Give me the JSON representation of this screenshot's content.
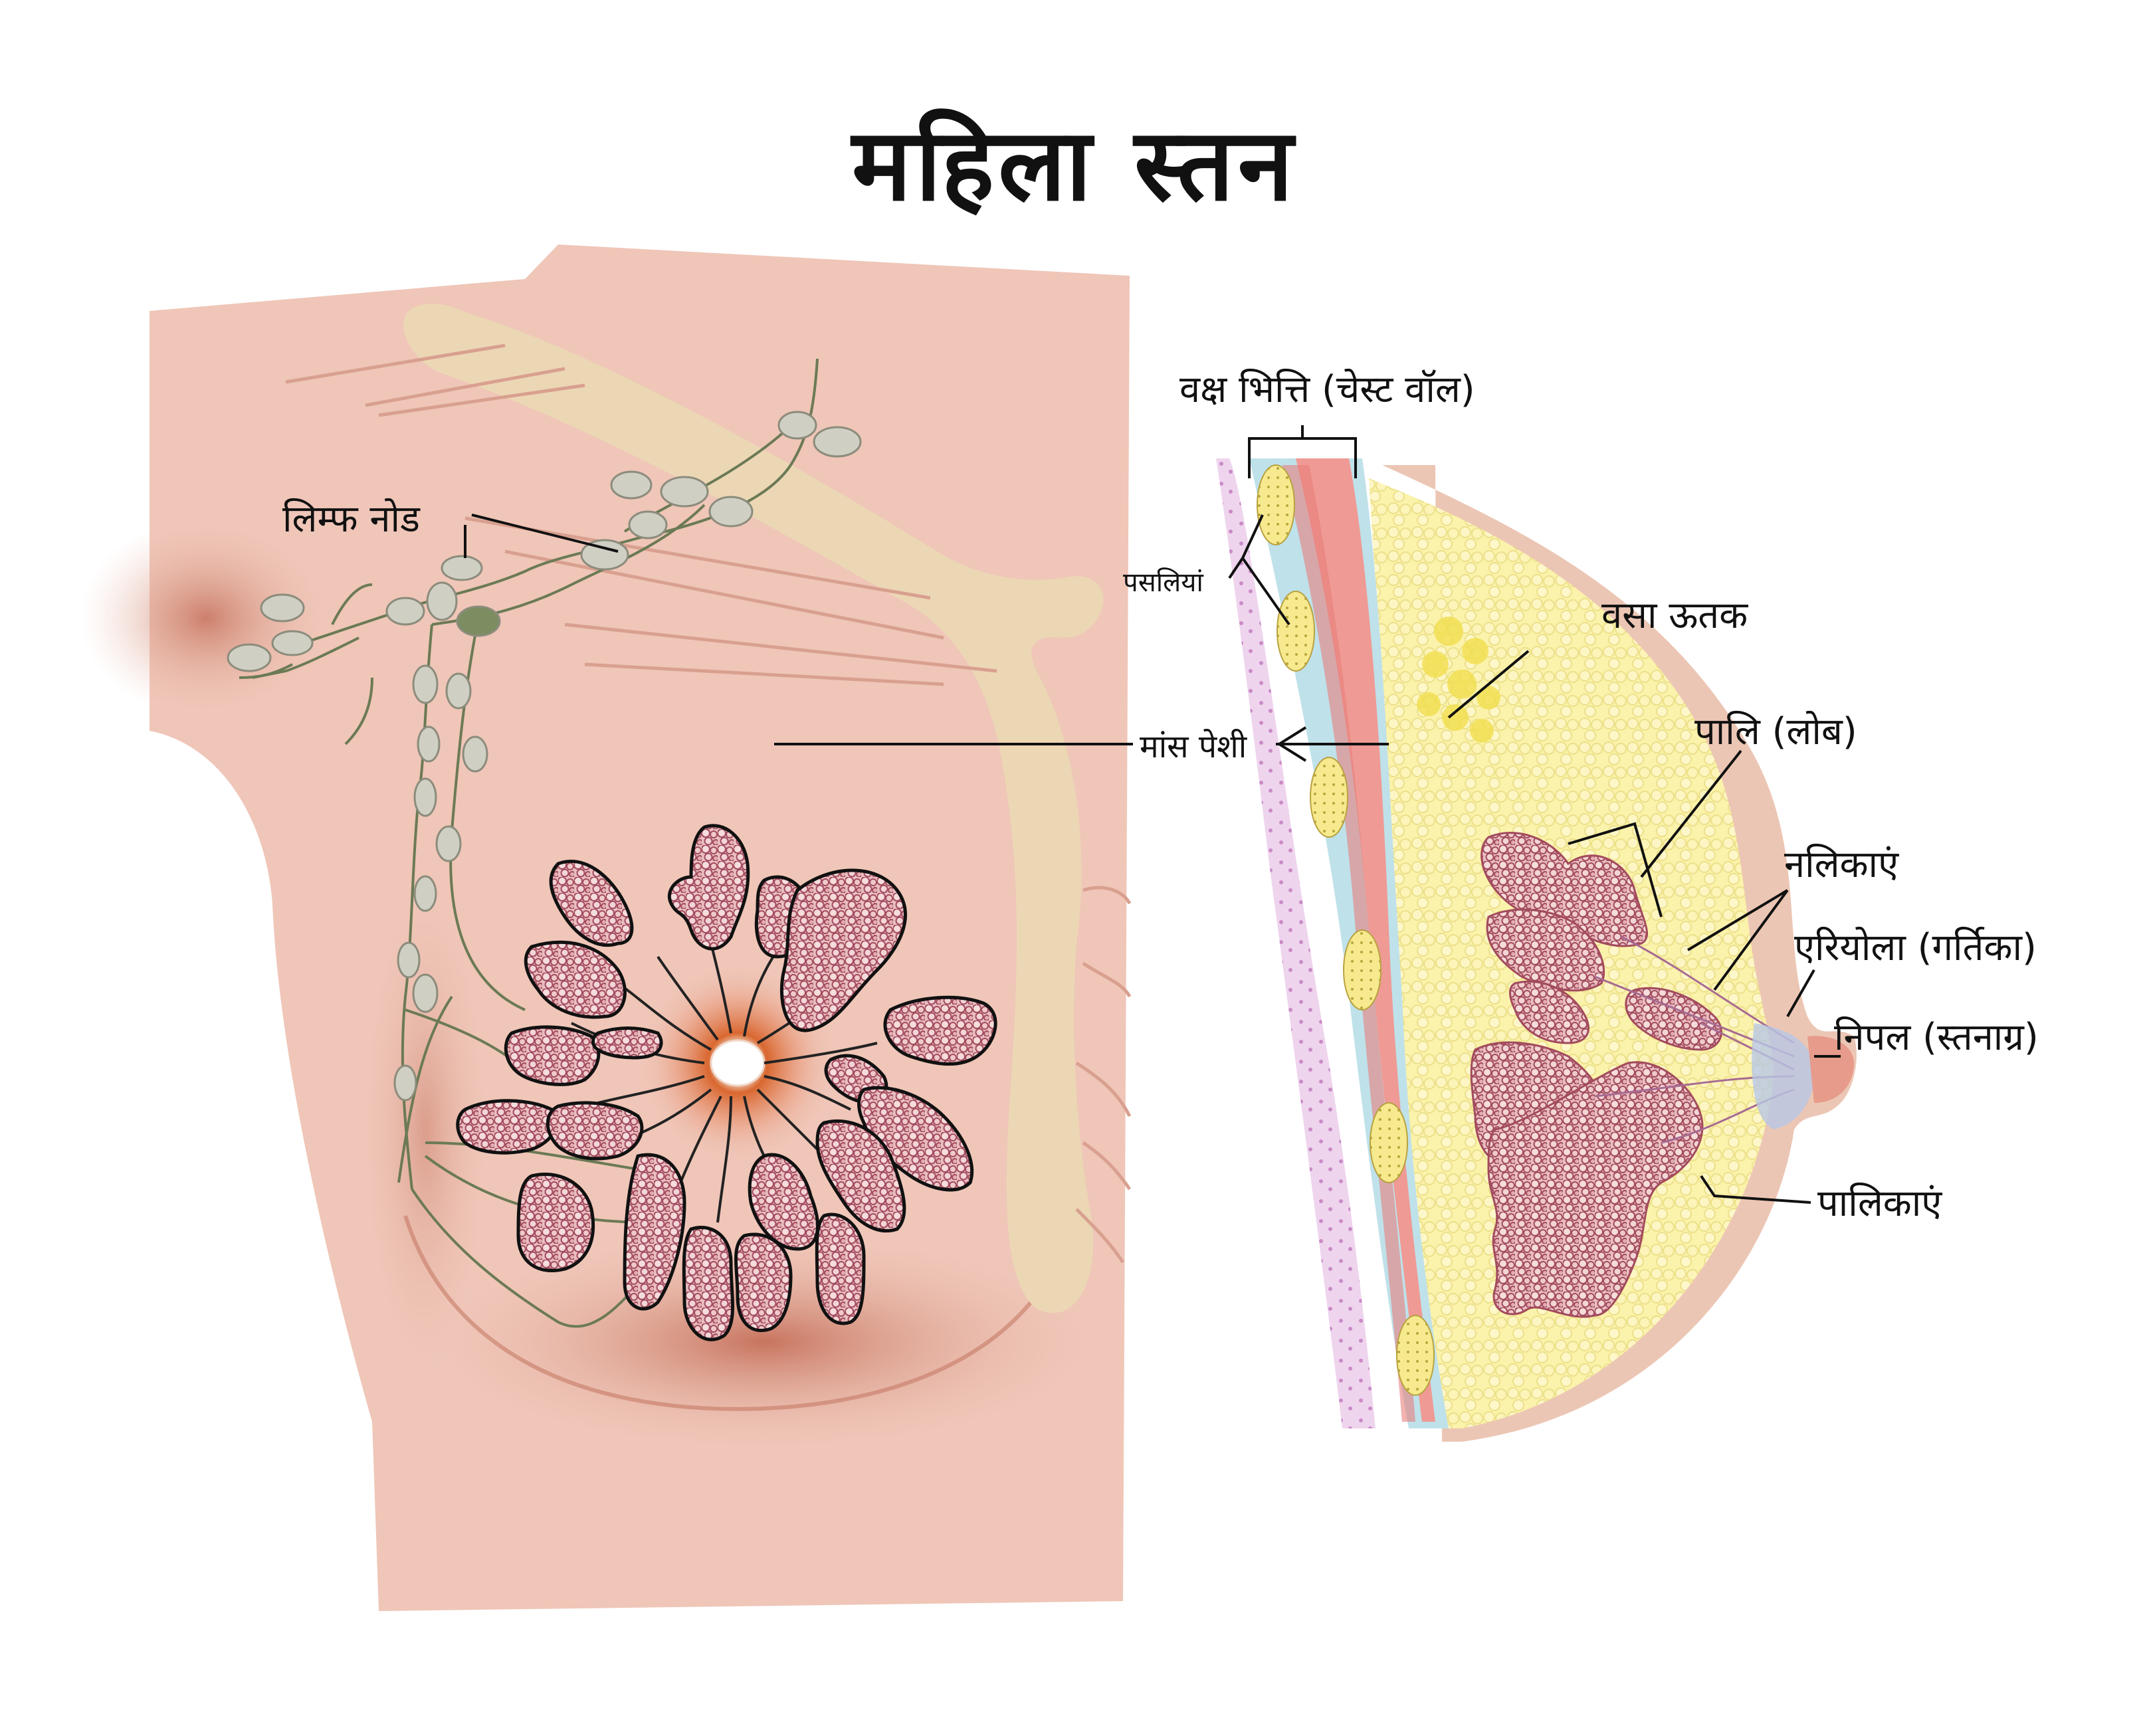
{
  "title": "महिला स्तन",
  "labels": {
    "lymph_nodes": "लिम्फ नोड",
    "chest_wall": "वक्ष भित्ति (चेस्ट वॉल)",
    "ribs": "पसलियां",
    "muscle": "मांस पेशी",
    "fat_tissue": "वसा ऊतक",
    "lobe": "पालि (लोब)",
    "ducts": "नलिकाएं",
    "areola": "एरियोला (गर्तिका)",
    "nipple": "निपल (स्तनाग्र)",
    "lobules": "पालिकाएं"
  },
  "colors": {
    "skin": "#efc6b8",
    "skin_shadow": "#c8735e",
    "bone": "#ecd7b5",
    "lymph_node": "#cfcfc4",
    "lymph_vessel": "#6b7a55",
    "lobule": "#e8b9bd",
    "lobule_dark": "#a24b5d",
    "fat": "#fbf2ab",
    "muscle": "#ef9a94",
    "chest_blue": "#bfe1ea",
    "chest_purple": "#e3c8e6",
    "nipple": "#e79b8a"
  }
}
